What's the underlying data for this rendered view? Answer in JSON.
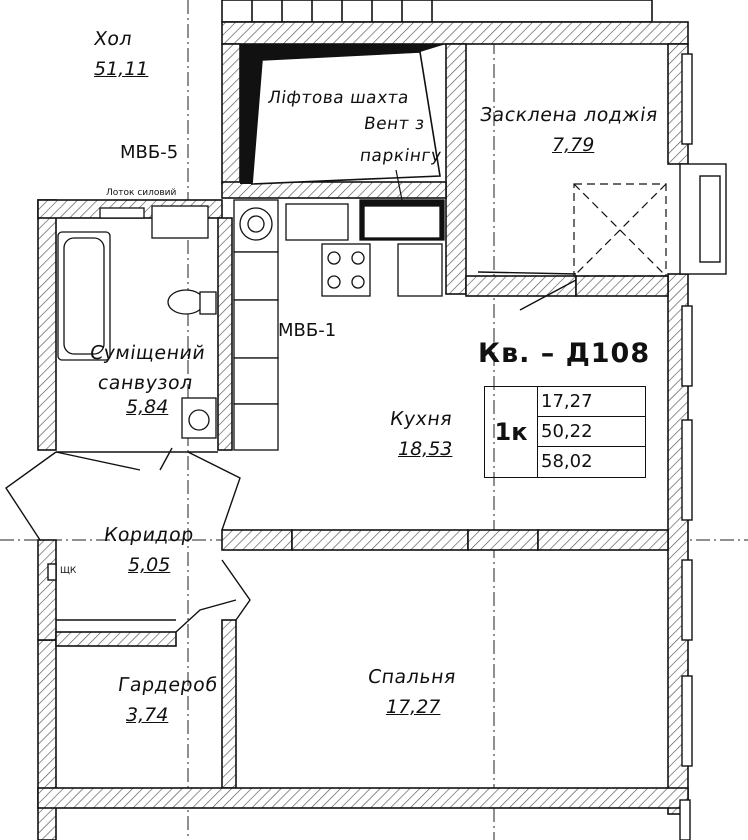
{
  "apartment": {
    "title": "Кв.  – Д108",
    "type": "1к",
    "areas": [
      "17,27",
      "50,22",
      "58,02"
    ]
  },
  "rooms": {
    "hall": {
      "name": "Хол",
      "area": "51,11"
    },
    "elevator": {
      "name": "Ліфтова шахта"
    },
    "vent": {
      "line1": "Вент з",
      "line2": "паркінгу"
    },
    "loggia": {
      "name": "Засклена лоджія",
      "area": "7,79"
    },
    "bathroom": {
      "line1": "Суміщений",
      "line2": "санвузол",
      "area": "5,84"
    },
    "kitchen": {
      "name": "Кухня",
      "area": "18,53"
    },
    "corridor": {
      "name": "Коридор",
      "area": "5,05"
    },
    "wardrobe": {
      "name": "Гардероб",
      "area": "3,74"
    },
    "bedroom": {
      "name": "Спальня",
      "area": "17,27"
    }
  },
  "tags": {
    "mvb5": "МВБ-5",
    "mvb1": "МВБ-1",
    "shaft_note": "Лоток силовий",
    "panel": "ЩК"
  },
  "colors": {
    "wall": "#111111",
    "hatch": "#555555",
    "paper": "#ffffff"
  }
}
